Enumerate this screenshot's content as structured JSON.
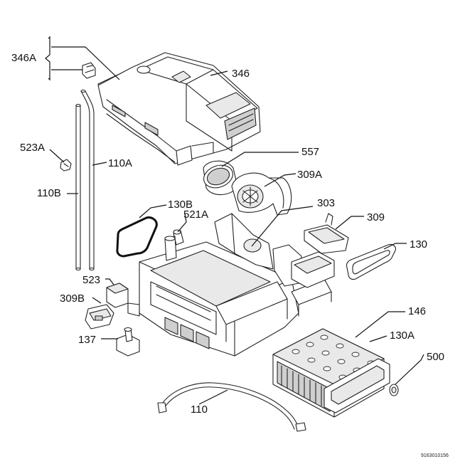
{
  "diagram": {
    "labels": {
      "p346A": "346A",
      "p346": "346",
      "p557": "557",
      "p523A": "523A",
      "p110A": "110A",
      "p110B": "110B",
      "p309A": "309A",
      "p130B": "130B",
      "p521A": "521A",
      "p303": "303",
      "p309": "309",
      "p130": "130",
      "p523": "523",
      "p309B": "309B",
      "p146": "146",
      "p137": "137",
      "p130A": "130A",
      "p500": "500",
      "p110": "110"
    },
    "document_number": "9163010156"
  }
}
